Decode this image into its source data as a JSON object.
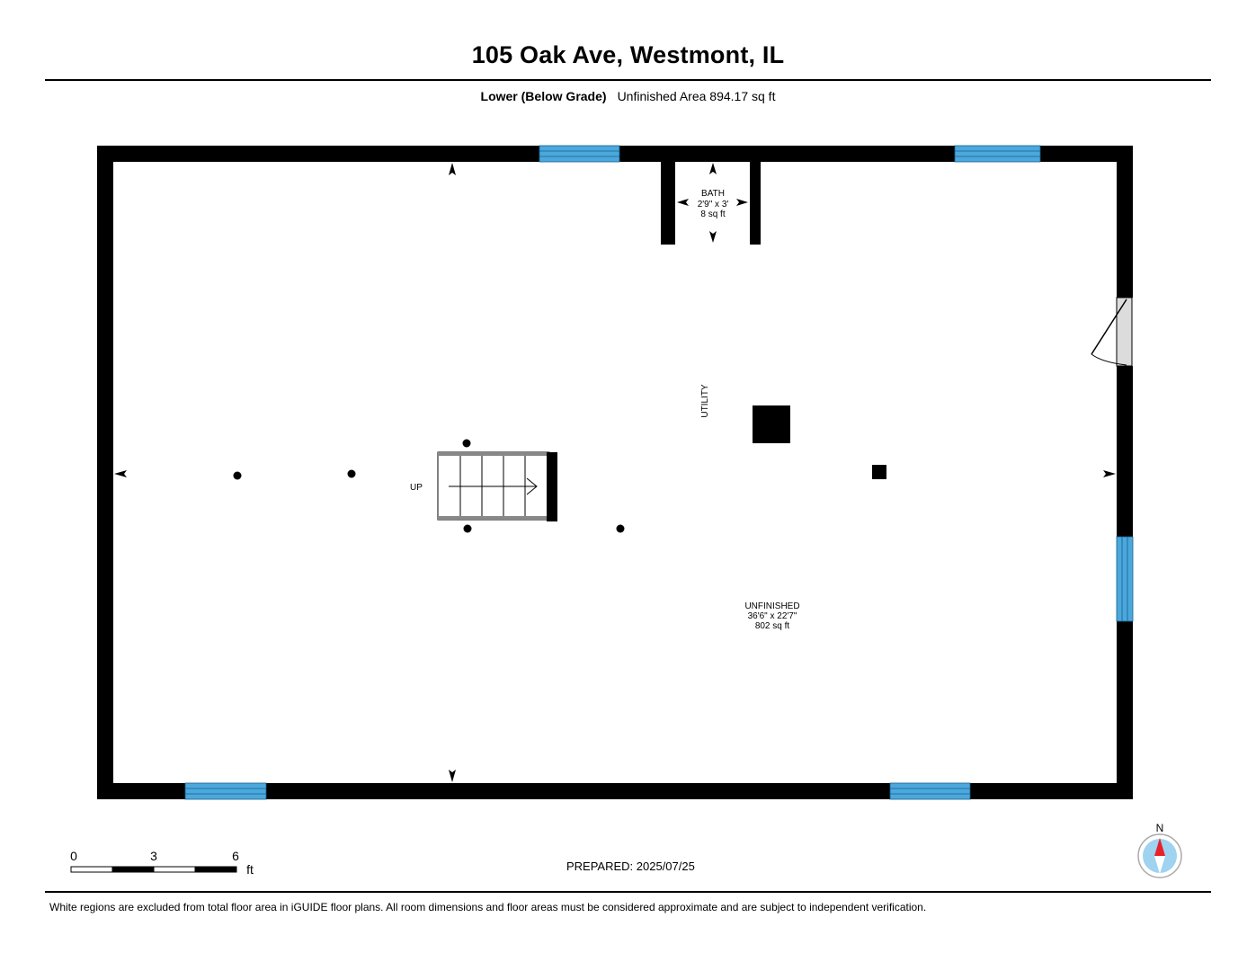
{
  "header": {
    "title": "105 Oak Ave, Westmont, IL",
    "level_label": "Lower (Below Grade)",
    "area_label": "Unfinished Area 894.17 sq ft"
  },
  "rooms": {
    "bath": {
      "name": "BATH",
      "dimensions": "2'9\" x 3'",
      "area": "8 sq ft"
    },
    "utility": {
      "name": "UTILITY"
    },
    "unfinished": {
      "name": "UNFINISHED",
      "dimensions": "36'6\" x 22'7\"",
      "area": "802 sq ft"
    }
  },
  "stairs": {
    "label": "UP"
  },
  "scale_bar": {
    "ticks": [
      "0",
      "3",
      "6"
    ],
    "unit": "ft"
  },
  "compass": {
    "label": "N",
    "needle_color": "#e8202a",
    "ring_color": "#9fd3f0"
  },
  "colors": {
    "wall": "#000000",
    "window": "#4aa8dc",
    "door_swing_fill": "#dcdcdc"
  },
  "footer": {
    "prepared": "PREPARED: 2025/07/25",
    "disclaimer": "White regions are excluded from total floor area in iGUIDE floor plans. All room dimensions and floor areas must be considered approximate and are subject to independent verification."
  }
}
